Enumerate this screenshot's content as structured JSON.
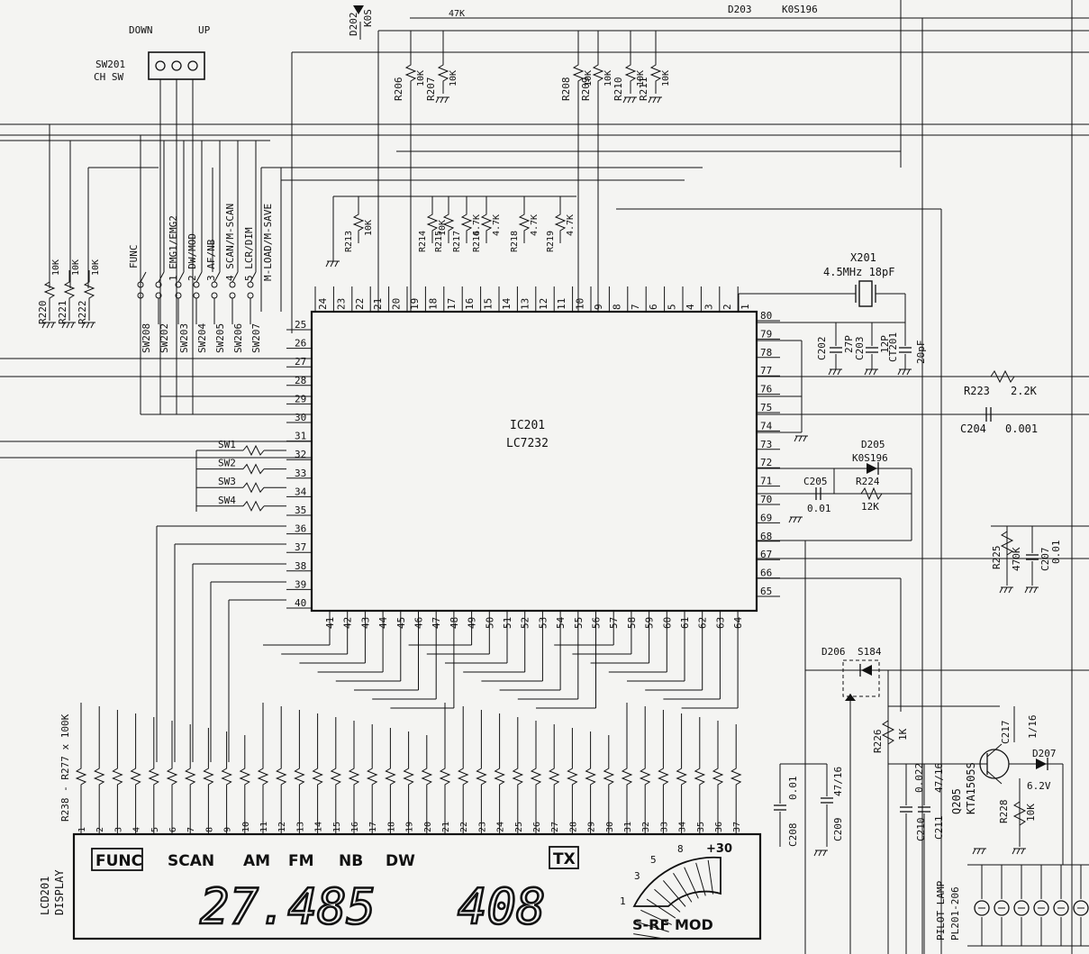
{
  "ic": {
    "ref": "IC201",
    "part": "LC7232"
  },
  "xtal": {
    "ref": "X201",
    "value": "4.5MHz 18pF"
  },
  "channel_switch": {
    "ref": "SW201",
    "name": "CH SW",
    "down": "DOWN",
    "up": "UP"
  },
  "func_label": "FUNC",
  "key_functions": [
    "1 EMG1/EMG2",
    "2 DW/MOD",
    "3 AF/NB",
    "4 SCAN/M-SCAN",
    "5 LCR/DIM",
    "M-LOAD/M-SAVE"
  ],
  "key_switches": [
    "SW208",
    "SW202",
    "SW203",
    "SW204",
    "SW205",
    "SW206",
    "SW207"
  ],
  "pulldown_resistors": [
    {
      "ref": "R220",
      "value": "10K"
    },
    {
      "ref": "R221",
      "value": "10K"
    },
    {
      "ref": "R222",
      "value": "10K"
    }
  ],
  "top_resistors": [
    "R206",
    "R207",
    "R208",
    "R209",
    "R210",
    "R211"
  ],
  "top_values": [
    "10K",
    "10K",
    "10K",
    "10K",
    "10K",
    "10K",
    "47K"
  ],
  "mid_resistors": [
    {
      "ref": "R213",
      "value": "10K"
    },
    {
      "ref": "R214",
      "value": "10K"
    },
    {
      "ref": "R215",
      "value": ""
    },
    {
      "ref": "R217",
      "value": "4.7K"
    },
    {
      "ref": "R216",
      "value": "4.7K"
    },
    {
      "ref": "R218",
      "value": "4.7K"
    },
    {
      "ref": "R219",
      "value": "4.7K"
    }
  ],
  "sw_inputs": [
    "SW1",
    "SW2",
    "SW3",
    "SW4"
  ],
  "left_pins": [
    "25",
    "26",
    "27",
    "28",
    "29",
    "30",
    "31",
    "32",
    "33",
    "34",
    "35",
    "36",
    "37",
    "38",
    "39",
    "40"
  ],
  "top_pins": [
    "24",
    "23",
    "22",
    "21",
    "20",
    "19",
    "18",
    "17",
    "16",
    "15",
    "14",
    "13",
    "12",
    "11",
    "10",
    "9",
    "8",
    "7",
    "6",
    "5",
    "4",
    "3",
    "2",
    "1"
  ],
  "right_pins": [
    "80",
    "79",
    "78",
    "77",
    "76",
    "75",
    "74",
    "73",
    "72",
    "71",
    "70",
    "69",
    "68",
    "67",
    "66",
    "65"
  ],
  "bottom_pins": [
    "41",
    "42",
    "43",
    "44",
    "45",
    "46",
    "47",
    "48",
    "49",
    "50",
    "51",
    "52",
    "53",
    "54",
    "55",
    "56",
    "57",
    "58",
    "59",
    "60",
    "61",
    "62",
    "63",
    "64"
  ],
  "diodes": [
    {
      "ref": "D202",
      "part": "K0S"
    },
    {
      "ref": "D203",
      "part": "K0S196"
    },
    {
      "ref": "D205",
      "part": "K0S196"
    },
    {
      "ref": "D206",
      "part": "S184"
    },
    {
      "ref": "D207",
      "part": "6.2V"
    }
  ],
  "caps": {
    "c202": {
      "ref": "C202",
      "value": "27P"
    },
    "c203": {
      "ref": "C203",
      "value": "12P"
    },
    "ct201": {
      "ref": "CT201",
      "value": "20pF"
    },
    "c204": {
      "ref": "C204",
      "value": "0.001"
    },
    "c205": {
      "ref": "C205",
      "value": "0.01"
    },
    "c207": {
      "ref": "C207",
      "value": "0.01"
    },
    "c208": {
      "ref": "C208",
      "value": "0.01"
    },
    "c209": {
      "ref": "C209",
      "value": "47/16"
    },
    "c210": {
      "ref": "C210",
      "value": "0.022"
    },
    "c211": {
      "ref": "C211",
      "value": "47/16"
    },
    "c217": {
      "ref": "C217",
      "value": "1/16"
    }
  },
  "res_right": {
    "r223": {
      "ref": "R223",
      "value": "2.2K"
    },
    "r224": {
      "ref": "R224",
      "value": "12K"
    },
    "r225": {
      "ref": "R225",
      "value": "470K"
    },
    "r226": {
      "ref": "R226",
      "value": "1K"
    },
    "r228": {
      "ref": "R228",
      "value": "10K"
    }
  },
  "transistor": {
    "ref": "Q205",
    "part": "KTA1505S"
  },
  "series_resistors": "R238 - R277 x 100K",
  "lcd": {
    "ref": "LCD201",
    "name": "DISPLAY",
    "pins": [
      "1",
      "2",
      "3",
      "4",
      "5",
      "6",
      "7",
      "8",
      "9",
      "10",
      "11",
      "12",
      "13",
      "14",
      "15",
      "16",
      "17",
      "18",
      "19",
      "20",
      "21",
      "22",
      "23",
      "24",
      "25",
      "26",
      "27",
      "28",
      "29",
      "30",
      "31",
      "32",
      "33",
      "34",
      "35",
      "36",
      "37"
    ],
    "indicators": [
      "FUNC",
      "SCAN",
      "AM",
      "FM",
      "NB",
      "DW"
    ],
    "tx": "TX",
    "frequency": "27.485",
    "channel": "408",
    "meter_scale": [
      "1",
      "3",
      "5",
      "8",
      "+30"
    ],
    "meter_label": "S-RF MOD"
  },
  "pilot_lamp": {
    "label": "PILOT LAMP",
    "refs": "PL201-206"
  }
}
